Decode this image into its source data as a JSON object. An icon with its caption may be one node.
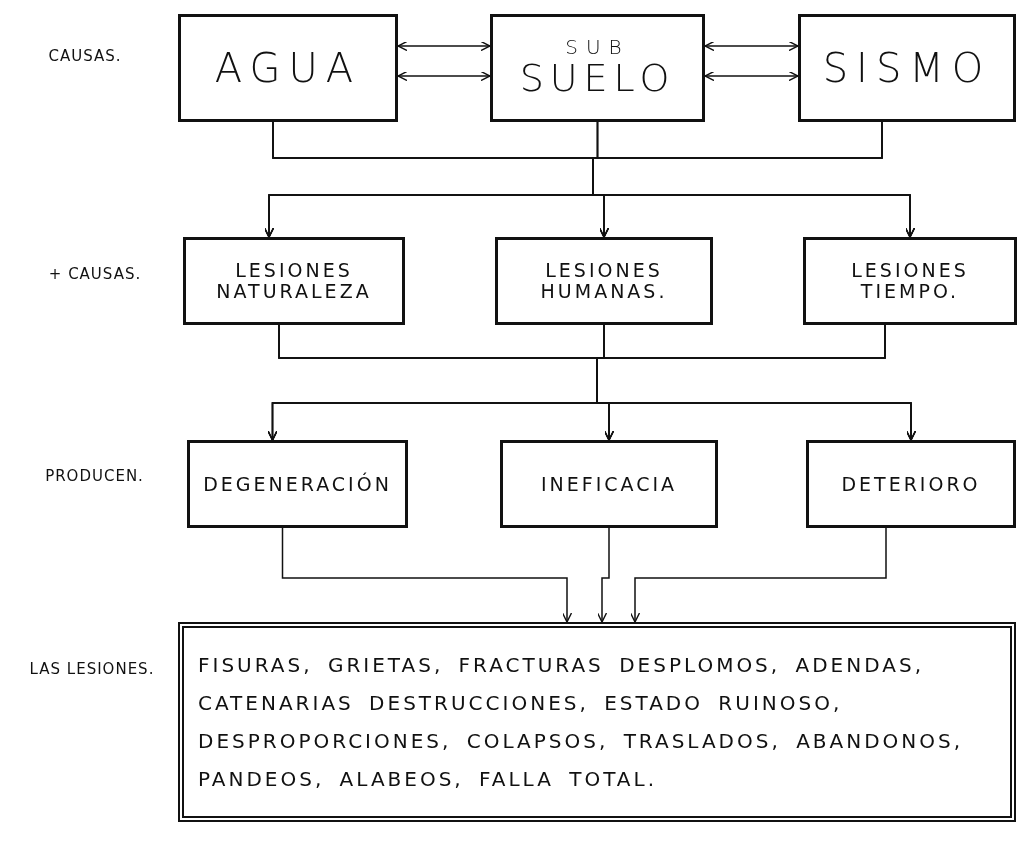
{
  "diagram": {
    "nodes": [
      {
        "text": [
          "AGUA"
        ]
      },
      {
        "text": [
          "SUB",
          "SUELO"
        ]
      },
      {
        "text": [
          "SISMO"
        ]
      },
      {
        "text": [
          "LESIONES NATURALEZA"
        ]
      },
      {
        "text": [
          "LESIONES HUMANAS."
        ]
      },
      {
        "text": [
          "LESIONES TIEMPO."
        ]
      },
      {
        "text": [
          "DEGENERACIÓN"
        ]
      },
      {
        "text": [
          "INEFICACIA"
        ]
      },
      {
        "text": [
          "DETERIORO"
        ]
      },
      {
        "text": [
          "FISURAS, GRIETAS, FRACTURAS DESPLOMOS, ADENDAS, CATENARIAS DESTRUCCIONES, ESTADO RUINOSO, DESPROPORCIONES, COLAPSOS, TRASLADOS, ABANDONOS, PANDEOS, ALABEOS, FALLA TOTAL."
        ]
      }
    ],
    "edges": [
      {
        "from": 0,
        "to": 1,
        "arrow": "both"
      },
      {
        "from": 0,
        "to": 1,
        "arrow": "both"
      },
      {
        "from": 1,
        "to": 2,
        "arrow": "both"
      },
      {
        "from": 1,
        "to": 2,
        "arrow": "both"
      },
      {
        "from": 0,
        "to": 3,
        "arrow": "to"
      },
      {
        "from": 0,
        "to": 4,
        "arrow": "to"
      },
      {
        "from": 0,
        "to": 5,
        "arrow": "to"
      },
      {
        "from": 1,
        "to": 3,
        "arrow": "to"
      },
      {
        "from": 1,
        "to": 4,
        "arrow": "to"
      },
      {
        "from": 1,
        "to": 5,
        "arrow": "to"
      },
      {
        "from": 2,
        "to": 3,
        "arrow": "to"
      },
      {
        "from": 2,
        "to": 4,
        "arrow": "to"
      },
      {
        "from": 2,
        "to": 5,
        "arrow": "to"
      },
      {
        "from": 3,
        "to": 6,
        "arrow": "to"
      },
      {
        "from": 3,
        "to": 7,
        "arrow": "to"
      },
      {
        "from": 3,
        "to": 8,
        "arrow": "to"
      },
      {
        "from": 4,
        "to": 6,
        "arrow": "to"
      },
      {
        "from": 4,
        "to": 7,
        "arrow": "to"
      },
      {
        "from": 4,
        "to": 8,
        "arrow": "to"
      },
      {
        "from": 5,
        "to": 6,
        "arrow": "to"
      },
      {
        "from": 5,
        "to": 7,
        "arrow": "to"
      },
      {
        "from": 5,
        "to": 8,
        "arrow": "to"
      },
      {
        "from": 6,
        "to": 9,
        "arrow": "to"
      },
      {
        "from": 7,
        "to": 9,
        "arrow": "to"
      },
      {
        "from": 8,
        "to": 9,
        "arrow": "to"
      }
    ],
    "labels": [
      "CAUSAS.",
      "+ CAUSAS.",
      "PRODUCEN.",
      "LAS LESIONES."
    ]
  }
}
